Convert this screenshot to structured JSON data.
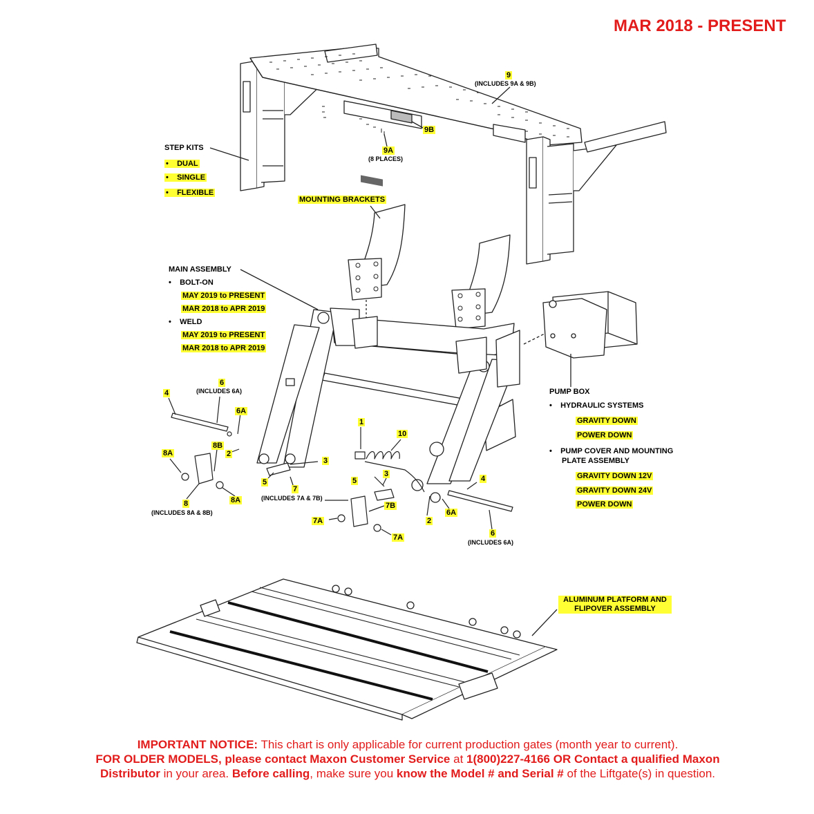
{
  "header": {
    "title": "MAR 2018 - PRESENT"
  },
  "labels": {
    "step_kits": "STEP KITS",
    "step_dual": "DUAL",
    "step_single": "SINGLE",
    "step_flexible": "FLEXIBLE",
    "part_9": "9",
    "part_9_note": "(INCLUDES 9A & 9B)",
    "part_9b": "9B",
    "part_9a": "9A",
    "part_9a_note": "(8 PLACES)",
    "mounting_brackets": "MOUNTING BRACKETS",
    "main_assembly": "MAIN ASSEMBLY",
    "bolt_on": "BOLT-ON",
    "bolt_on_may": "MAY 2019 to PRESENT",
    "bolt_on_mar": "MAR 2018 to APR 2019",
    "weld": "WELD",
    "weld_may": "MAY 2019 to PRESENT",
    "weld_mar": "MAR 2018 to APR 2019",
    "pump_box": "PUMP BOX",
    "hydraulic_systems": "HYDRAULIC SYSTEMS",
    "gravity_down": "GRAVITY DOWN",
    "power_down": "POWER DOWN",
    "pump_cover_1": "PUMP COVER AND MOUNTING",
    "pump_cover_2": "PLATE ASSEMBLY",
    "gravity_down_12v": "GRAVITY DOWN 12V",
    "gravity_down_24v": "GRAVITY DOWN 24V",
    "power_down_2": "POWER DOWN",
    "platform_1": "ALUMINUM PLATFORM AND",
    "platform_2": "FLIPOVER ASSEMBLY",
    "n6_left": "6",
    "n6_left_note": "(INCLUDES 6A)",
    "n4_left": "4",
    "n6a_left": "6A",
    "n8b": "8B",
    "n2_left": "2",
    "n8a_left": "8A",
    "n3_left": "3",
    "n5_left": "5",
    "n8a_lower": "8A",
    "n8": "8",
    "n8_note": "(INCLUDES 8A & 8B)",
    "n7": "7",
    "n7_note": "(INCLUDES 7A & 7B)",
    "n1": "1",
    "n10": "10",
    "n3_right": "3",
    "n5_right": "5",
    "n7b": "7B",
    "n7a_left": "7A",
    "n7a_right": "7A",
    "n2_right": "2",
    "n6a_right": "6A",
    "n4_right": "4",
    "n6_right": "6",
    "n6_right_note": "(INCLUDES 6A)"
  },
  "notice": {
    "l1_bold": "IMPORTANT NOTICE:",
    "l1_text": " This chart is only applicable for current production gates (month year to current).",
    "l2_bold": "FOR OLDER MODELS, please contact Maxon Customer Service",
    "l2_text": " at ",
    "l2_bold2": "1(800)227-4166 OR Contact a qualified Maxon",
    "l3_bold": "Distributor",
    "l3_text": " in your area. ",
    "l3_bold2": "Before calling",
    "l3_text2": ", make sure you ",
    "l3_bold3": "know the Model # and Serial #",
    "l3_text3": " of the Liftgate(s) in question."
  },
  "colors": {
    "title_red": "#e21b1b",
    "highlight": "#ffff33",
    "line": "#222222"
  }
}
